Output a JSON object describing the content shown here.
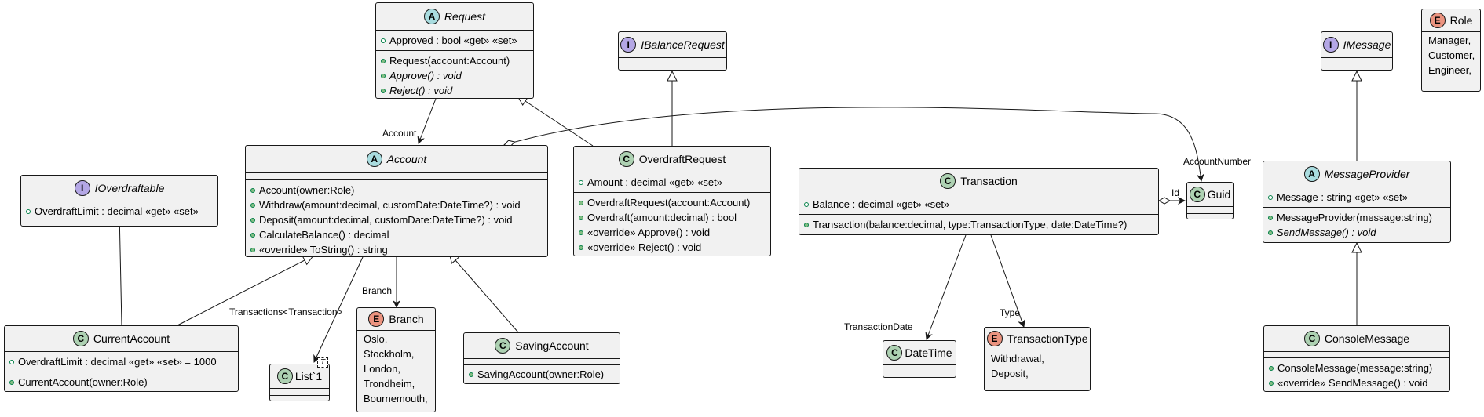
{
  "colors": {
    "abstract": "#a9dcdf",
    "interface": "#b4a7e5",
    "class": "#add1b2",
    "enum": "#eb937f",
    "box": "#f1f1f1"
  },
  "request": {
    "stereo": "A",
    "name": "Request",
    "fields": [
      "Approved : bool «get» «set»"
    ],
    "methods": [
      "Request(account:Account)",
      "Approve() : void",
      "Reject() : void"
    ]
  },
  "ibalancerequest": {
    "stereo": "I",
    "name": "IBalanceRequest"
  },
  "imessage": {
    "stereo": "I",
    "name": "IMessage"
  },
  "role": {
    "stereo": "E",
    "name": "Role",
    "values": [
      "Manager,",
      "Customer,",
      "Engineer,"
    ]
  },
  "account": {
    "stereo": "A",
    "name": "Account",
    "methods": [
      "Account(owner:Role)",
      "Withdraw(amount:decimal, customDate:DateTime?) : void",
      "Deposit(amount:decimal, customDate:DateTime?) : void",
      "CalculateBalance() : decimal",
      "«override» ToString() : string"
    ]
  },
  "ioverdraftable": {
    "stereo": "I",
    "name": "IOverdraftable",
    "fields": [
      "OverdraftLimit : decimal «get» «set»"
    ]
  },
  "overdraftrequest": {
    "stereo": "C",
    "name": "OverdraftRequest",
    "fields": [
      "Amount : decimal «get» «set»"
    ],
    "methods": [
      "OverdraftRequest(account:Account)",
      "Overdraft(amount:decimal) : bool",
      "«override» Approve() : void",
      "«override» Reject() : void"
    ]
  },
  "transaction": {
    "stereo": "C",
    "name": "Transaction",
    "fields": [
      "Balance : decimal «get» «set»"
    ],
    "methods": [
      "Transaction(balance:decimal, type:TransactionType, date:DateTime?)"
    ]
  },
  "guid": {
    "stereo": "C",
    "name": "Guid"
  },
  "messageprovider": {
    "stereo": "A",
    "name": "MessageProvider",
    "fields": [
      "Message : string «get» «set»"
    ],
    "methods": [
      "MessageProvider(message:string)",
      "SendMessage() : void"
    ]
  },
  "currentaccount": {
    "stereo": "C",
    "name": "CurrentAccount",
    "fields": [
      "OverdraftLimit : decimal «get» «set» = 1000"
    ],
    "methods": [
      "CurrentAccount(owner:Role)"
    ]
  },
  "list": {
    "stereo": "C",
    "name": "List`1",
    "generic": "T"
  },
  "branch": {
    "stereo": "E",
    "name": "Branch",
    "values": [
      "Oslo,",
      "Stockholm,",
      "London,",
      "Trondheim,",
      "Bournemouth,"
    ]
  },
  "savingaccount": {
    "stereo": "C",
    "name": "SavingAccount",
    "methods": [
      "SavingAccount(owner:Role)"
    ]
  },
  "datetime": {
    "stereo": "C",
    "name": "DateTime"
  },
  "transactiontype": {
    "stereo": "E",
    "name": "TransactionType",
    "values": [
      "Withdrawal,",
      "Deposit,"
    ]
  },
  "consolemessage": {
    "stereo": "C",
    "name": "ConsoleMessage",
    "methods": [
      "ConsoleMessage(message:string)",
      "«override» SendMessage() : void"
    ]
  },
  "labels": {
    "account": "Account",
    "account_number": "AccountNumber",
    "id": "Id",
    "branch": "Branch",
    "transactions": "Transactions<Transaction>",
    "transaction_date": "TransactionDate",
    "type": "Type"
  }
}
